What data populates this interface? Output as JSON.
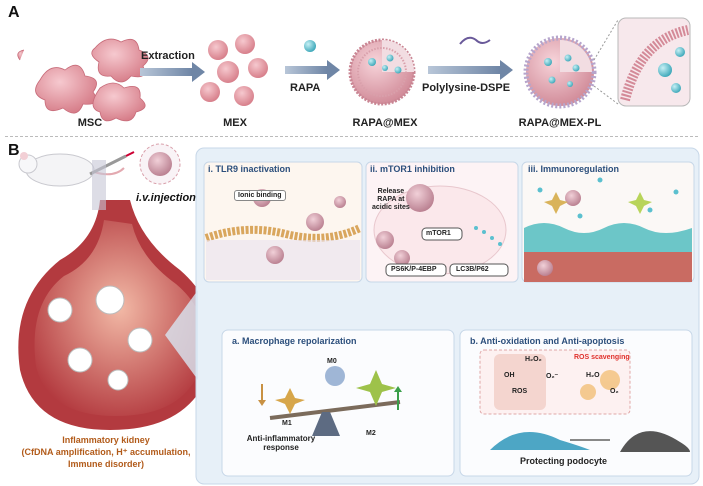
{
  "panel_a": {
    "letter": "A",
    "labels": {
      "msc": "MSC",
      "mex": "MEX",
      "rapa_mex": "RAPA@MEX",
      "rapa_mex_pl": "RAPA@MEX-PL"
    },
    "arrows": {
      "extraction": "Extraction",
      "rapa": "RAPA",
      "polylysine": "Polylysine-DSPE"
    }
  },
  "panel_b": {
    "letter": "B",
    "injection": "i.v.injection",
    "kidney_title": "Inflammatory kidney",
    "kidney_desc_1": "(CfDNA amplification, H⁺ accumulation,",
    "kidney_desc_2": "Immune disorder)",
    "box_i": {
      "title": "i. TLR9 inactivation",
      "ionic": "Ionic binding"
    },
    "box_ii": {
      "title": "ii. mTOR1 inhibition",
      "release_1": "Release",
      "release_2": "RAPA at",
      "release_3": "acidic sites",
      "mtor": "mTOR1",
      "ps6k": "PS6K/P-4EBP",
      "lc3b": "LC3B/P62"
    },
    "box_iii": {
      "title": "iii. Immunoregulation"
    },
    "box_a": {
      "title": "a.  Macrophage repolarization",
      "m0": "M0",
      "m1": "M1",
      "m2": "M2",
      "anti_1": "Anti-inflammatory",
      "anti_2": "response"
    },
    "box_b": {
      "title": "b.  Anti-oxidation and Anti-apoptosis",
      "h2o2": "H₂O₂",
      "oh": "OH",
      "o2": "O₂⁻",
      "ros": "ROS",
      "ros_scav": "ROS scavenging",
      "h2o": "H₂O",
      "o2b": "O₂",
      "podocyte": "Protecting podocyte"
    }
  },
  "colors": {
    "cell_pink": "#e58f98",
    "vesicle_pink": "#e2a0ac",
    "nano_blue": "#5bc0cf",
    "box_blue": "#dbe8f5",
    "title_blue": "#2c4f7c",
    "ros_red": "#e0312c",
    "kidney_red": "#b2283a",
    "kidney_text": "#b25b1a"
  }
}
